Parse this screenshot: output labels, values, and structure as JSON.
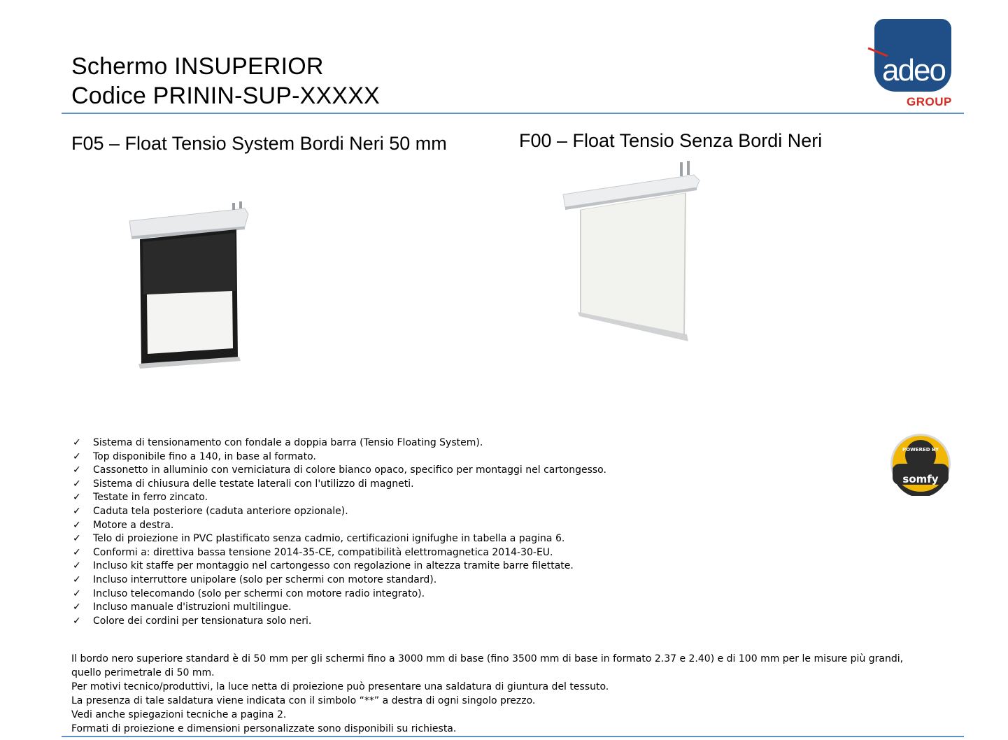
{
  "header": {
    "title_line1": "Schermo INSUPERIOR",
    "title_line2": "Codice PRININ-SUP-XXXXX"
  },
  "logo": {
    "brand": "adeo",
    "group_label": "GROUP",
    "plate_color": "#1f4f86",
    "accent_color": "#d62b22"
  },
  "products": [
    {
      "title": "F05 – Float Tensio System Bordi Neri 50 mm"
    },
    {
      "title": "F00 – Float Tensio Senza   Bordi Neri"
    }
  ],
  "features": [
    "Sistema di tensionamento con fondale a doppia barra (Tensio Floating System).",
    "Top disponibile fino a 140, in base al formato.",
    "Cassonetto in alluminio con verniciatura di colore bianco opaco, specifico per montaggi nel cartongesso.",
    "Sistema di chiusura delle testate laterali con l'utilizzo di magneti.",
    "Testate in ferro zincato.",
    "Caduta tela posteriore (caduta anteriore opzionale).",
    "Motore a destra.",
    "Telo di proiezione in PVC plastificato senza cadmio, certificazioni ignifughe in tabella a pagina 6.",
    "Conformi a: direttiva bassa tensione 2014-35-CE, compatibilità elettromagnetica 2014-30-EU.",
    "Incluso kit staffe per montaggio nel cartongesso con regolazione in altezza tramite barre filettate.",
    "Incluso interruttore unipolare (solo per schermi con motore standard).",
    "Incluso telecomando (solo per schermi con motore radio integrato).",
    "Incluso manuale d'istruzioni multilingue.",
    "Colore dei cordini per tensionatura solo neri."
  ],
  "check_glyph": "✓",
  "badge": {
    "top_text": "POWERED BY",
    "brand": "somfy"
  },
  "notes": [
    "Il bordo nero superiore standard è di 50 mm per gli schermi fino a 3000 mm di base (fino 3500 mm di base in formato 2.37 e 2.40) e di 100 mm per le misure più grandi, quello perimetrale di 50 mm.",
    "Per motivi tecnico/produttivi, la luce netta di proiezione può presentare una saldatura di giuntura del tessuto.",
    "La presenza di tale saldatura viene indicata con il simbolo “**” a destra di ogni singolo prezzo.",
    "Vedi anche spiegazioni tecniche a pagina 2.",
    "Formati di proiezione e dimensioni personalizzate sono disponibili su richiesta."
  ],
  "colors": {
    "rule": "#5b8fc7"
  }
}
